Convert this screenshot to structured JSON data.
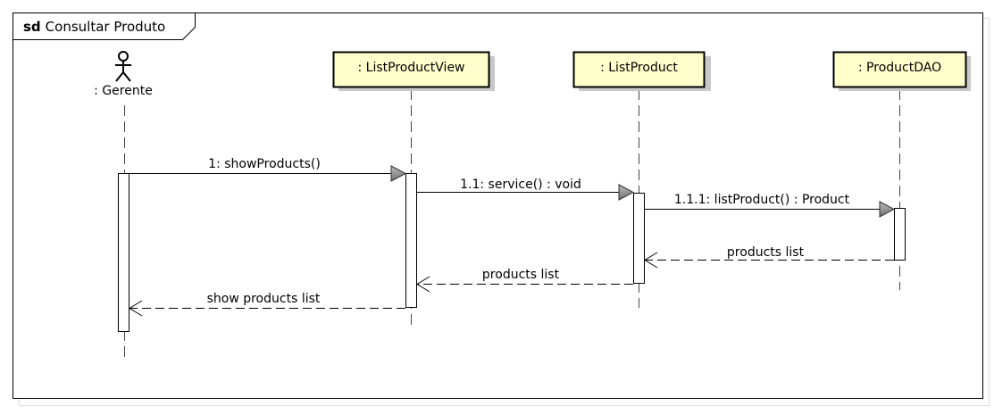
{
  "diagram": {
    "frame": {
      "keyword": "sd",
      "name": "Consultar Produto"
    },
    "actor": {
      "label": ": Gerente"
    },
    "participants": [
      {
        "id": "view",
        "label": ": ListProductView"
      },
      {
        "id": "ctrl",
        "label": ": ListProduct"
      },
      {
        "id": "dao",
        "label": ": ProductDAO"
      }
    ],
    "messages": [
      {
        "id": "m1",
        "label": "1: showProducts()",
        "kind": "sync"
      },
      {
        "id": "m2",
        "label": "1.1: service() : void",
        "kind": "sync"
      },
      {
        "id": "m3",
        "label": "1.1.1: listProduct() : Product",
        "kind": "sync"
      },
      {
        "id": "r3",
        "label": "products list",
        "kind": "return"
      },
      {
        "id": "r2",
        "label": "products list",
        "kind": "return"
      },
      {
        "id": "r1",
        "label": "show products list",
        "kind": "return"
      }
    ],
    "colors": {
      "participant_fill": "#ffffcc",
      "shadow": "#c8c8c8",
      "line": "#000000",
      "arrowhead_fill": "#8a8a8a",
      "lifeline": "#444444"
    }
  }
}
